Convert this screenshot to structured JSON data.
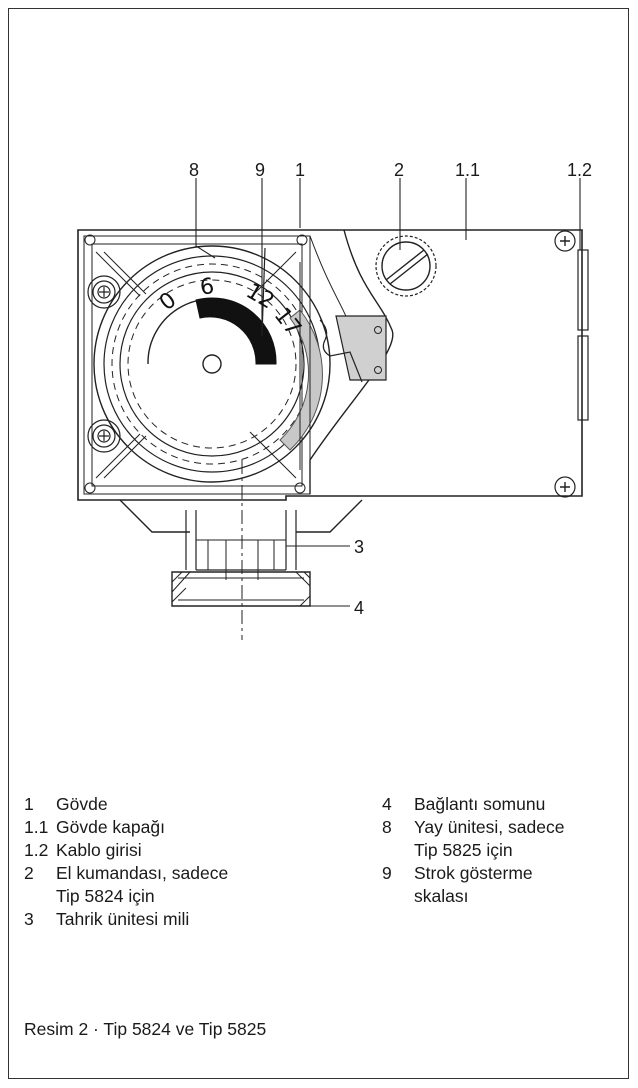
{
  "callouts": [
    {
      "id": "c8",
      "label": "8"
    },
    {
      "id": "c9",
      "label": "9"
    },
    {
      "id": "c1",
      "label": "1"
    },
    {
      "id": "c2",
      "label": "2"
    },
    {
      "id": "c11",
      "label": "1.1"
    },
    {
      "id": "c12",
      "label": "1.2"
    },
    {
      "id": "c3",
      "label": "3"
    },
    {
      "id": "c4",
      "label": "4"
    }
  ],
  "scale_ticks": [
    "0",
    "6",
    "12",
    "17"
  ],
  "legend_left": [
    {
      "num": "1",
      "lines": [
        "Gövde"
      ]
    },
    {
      "num": "1.1",
      "lines": [
        "Gövde kapağı"
      ]
    },
    {
      "num": "1.2",
      "lines": [
        "Kablo girisi"
      ]
    },
    {
      "num": "2",
      "lines": [
        "El kumandası, sadece",
        "Tip 5824 için"
      ]
    },
    {
      "num": "3",
      "lines": [
        "Tahrik ünitesi mili"
      ]
    }
  ],
  "legend_right": [
    {
      "num": "4",
      "lines": [
        "Bağlantı somunu"
      ]
    },
    {
      "num": "8",
      "lines": [
        "Yay ünitesi, sadece",
        "Tip 5825 için"
      ]
    },
    {
      "num": "9",
      "lines": [
        "Strok gösterme",
        "skalası"
      ]
    }
  ],
  "caption": "Resim 2 · Tip 5824 ve Tip 5825"
}
